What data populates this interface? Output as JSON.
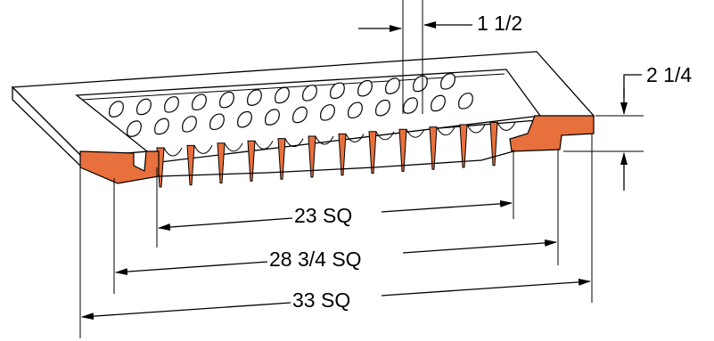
{
  "drawing": {
    "colors": {
      "section_cut": "#e8703c",
      "line": "#000000",
      "background": "#ffffff"
    },
    "dimensions": {
      "slot_width": "1 1/2",
      "depth": "2 1/4",
      "inner_square": "23 SQ",
      "mid_square": "28 3/4 SQ",
      "outer_square": "33 SQ"
    }
  }
}
